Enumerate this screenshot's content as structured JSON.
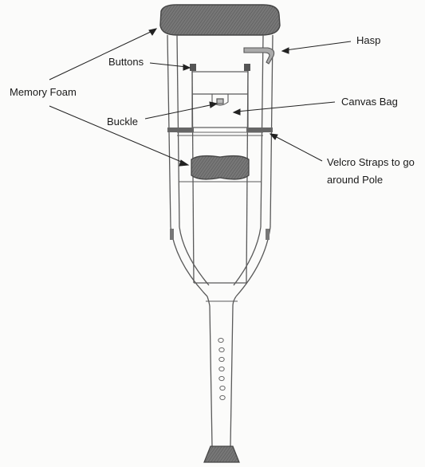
{
  "labels": {
    "memory_foam": "Memory Foam",
    "buttons": "Buttons",
    "buckle": "Buckle",
    "hasp": "Hasp",
    "canvas_bag": "Canvas Bag",
    "velcro_line1": "Velcro Straps to go",
    "velcro_line2": "around Pole"
  },
  "colors": {
    "pencil": "#5a5a5a",
    "shading": "#666666",
    "paper": "#fbfbfa"
  }
}
